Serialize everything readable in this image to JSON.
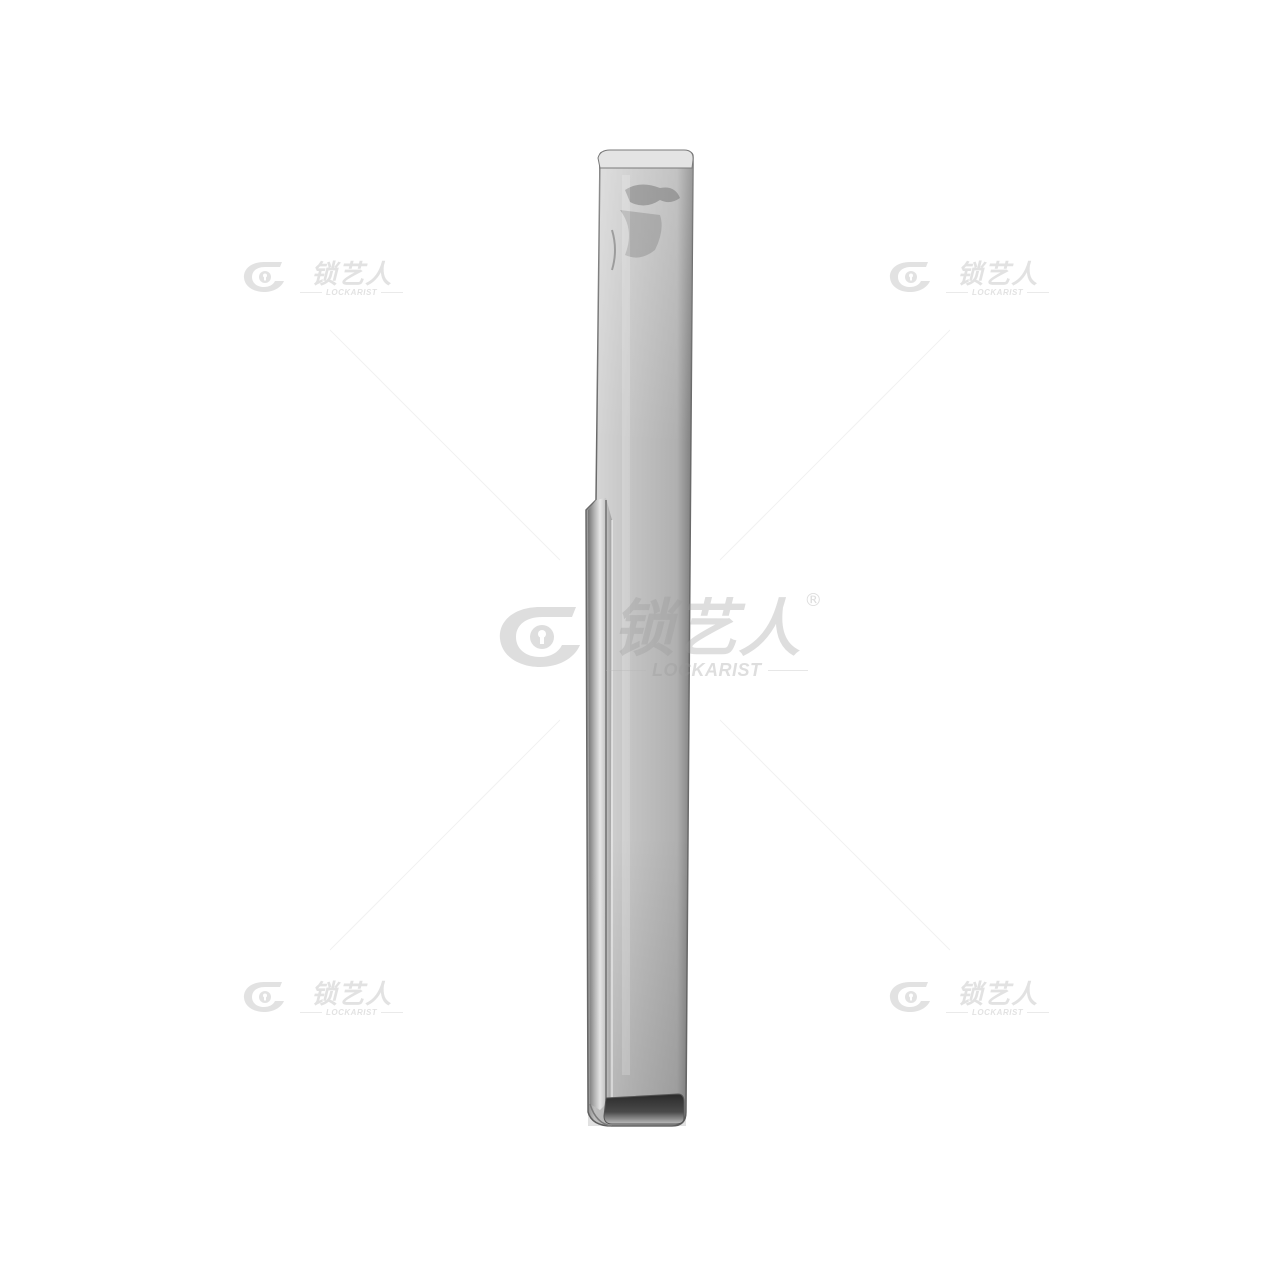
{
  "watermark": {
    "brand_cn": "锁艺人",
    "brand_en": "LOCKARIST",
    "registered_mark": "®",
    "logo_icon": "lockarist-logo-icon",
    "color": "#9a9a9a"
  },
  "subject": {
    "icon": "flat-key-blade",
    "metal_color": "#b8b8b8"
  }
}
